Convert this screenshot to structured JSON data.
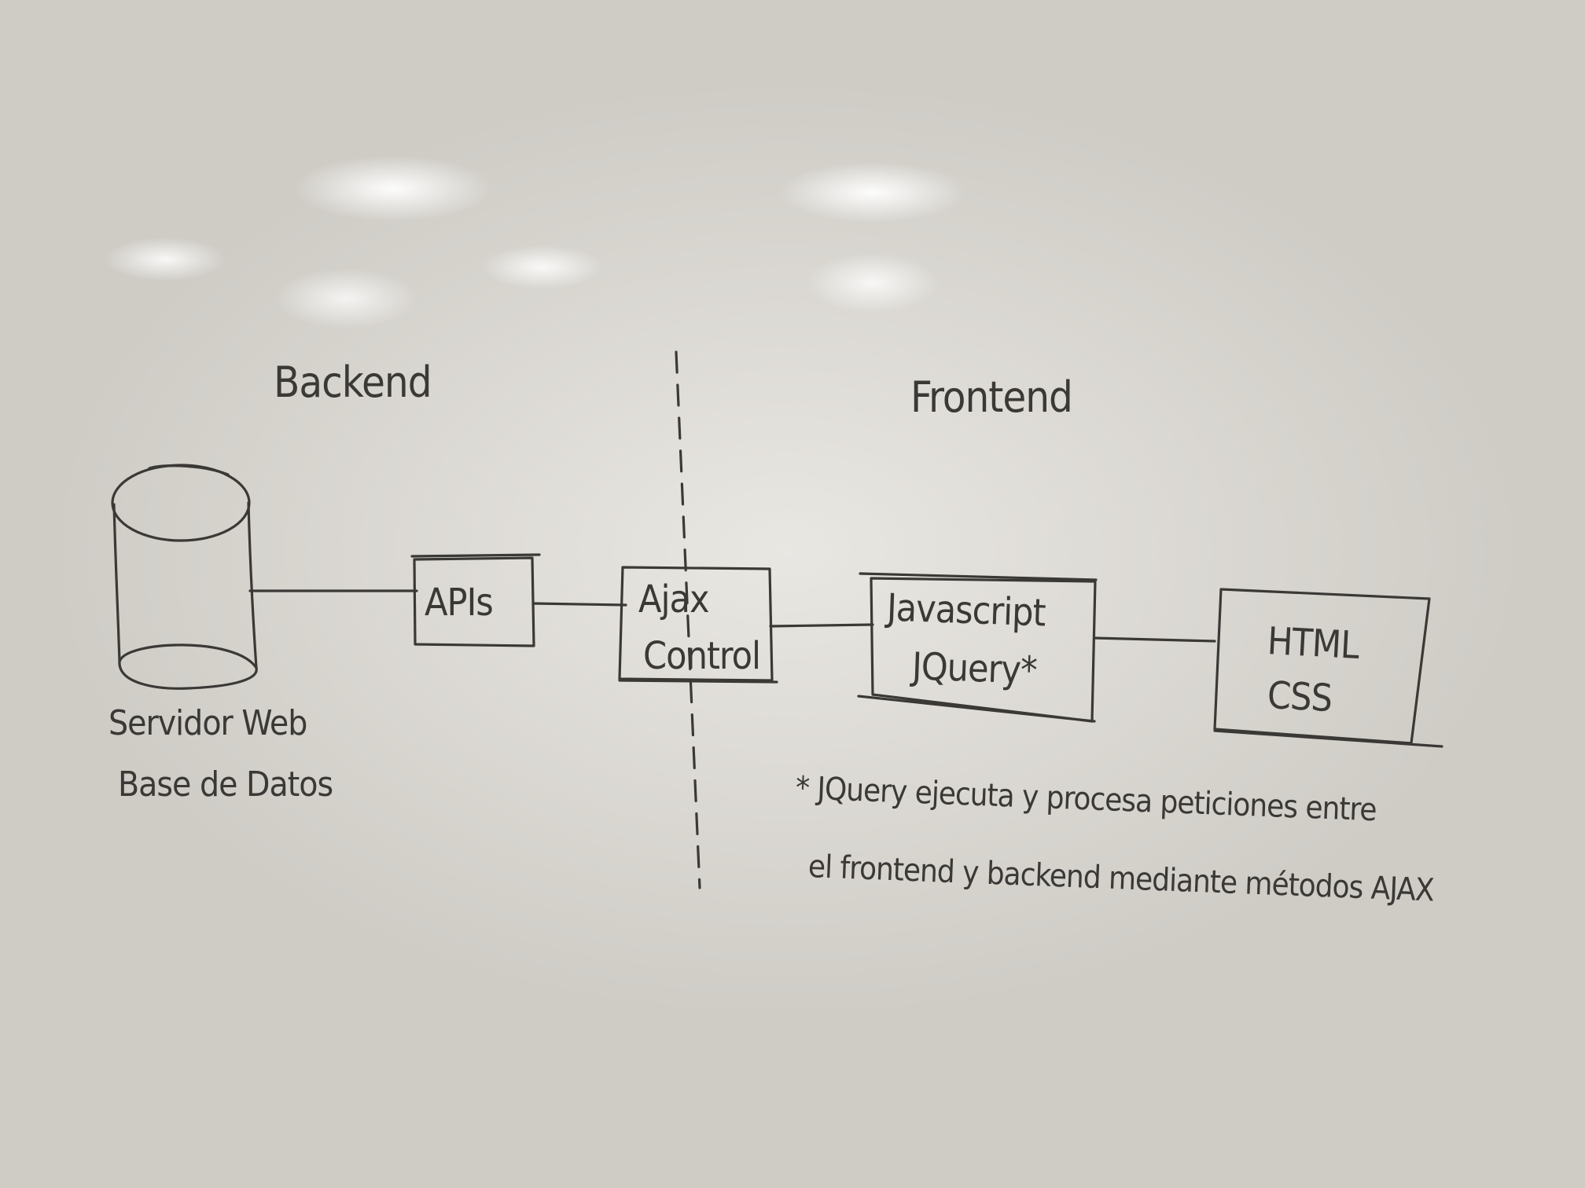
{
  "sections": {
    "backend": "Backend",
    "frontend": "Frontend"
  },
  "nodes": {
    "database": {
      "line1": "Servidor Web",
      "line2": "Base de Datos"
    },
    "apis": "APIs",
    "ajax": {
      "line1": "Ajax",
      "line2": "Control"
    },
    "javascript": {
      "line1": "Javascript",
      "line2": "JQuery*"
    },
    "html_css": {
      "line1": "HTML",
      "line2": "CSS"
    }
  },
  "note": {
    "line1": "* JQuery ejecuta y procesa peticiones entre",
    "line2": "el frontend y backend mediante métodos AJAX"
  },
  "colors": {
    "ink": "#3a3936",
    "board": "#d8d5cf"
  }
}
